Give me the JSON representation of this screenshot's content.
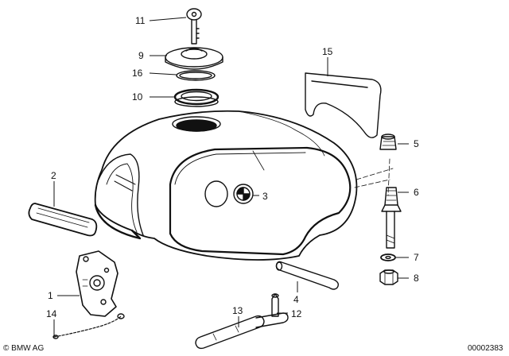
{
  "diagram": {
    "callouts": [
      "11",
      "9",
      "16",
      "10",
      "15",
      "2",
      "3",
      "5",
      "6",
      "7",
      "8",
      "1",
      "4",
      "14",
      "13",
      "12"
    ]
  },
  "footer": {
    "copyright": "© BMW AG",
    "drawing_number": "00002383"
  },
  "colors": {
    "ink": "#111111",
    "background": "#ffffff"
  }
}
